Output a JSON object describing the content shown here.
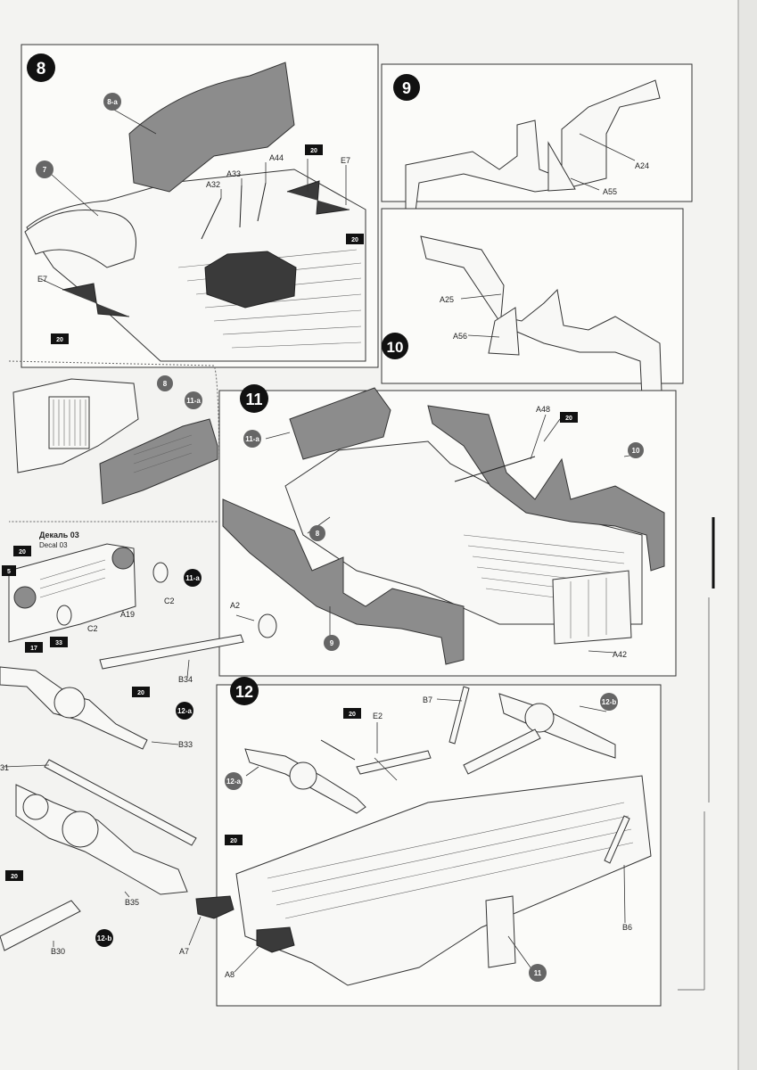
{
  "steps": {
    "s8": {
      "number": "8",
      "subs": [
        "8-a",
        "7"
      ],
      "parts": [
        "A44",
        "A33",
        "A32",
        "E7",
        "E7"
      ],
      "paint": [
        "20",
        "20",
        "20"
      ]
    },
    "s9": {
      "number": "9",
      "parts": [
        "A24",
        "A55"
      ]
    },
    "s10": {
      "number": "10",
      "parts": [
        "A25",
        "A56"
      ]
    },
    "s11": {
      "number": "11",
      "subs": [
        "11-a",
        "8",
        "9",
        "10"
      ],
      "parts": [
        "A48",
        "A42"
      ],
      "paint": [
        "20"
      ]
    },
    "s11a": {
      "subs": [
        "8",
        "11-a",
        "11-a"
      ],
      "decal_ru": "Декаль 03",
      "decal_en": "Decal 03",
      "parts": [
        "C2",
        "C2",
        "A19"
      ],
      "paint": [
        "20",
        "17",
        "33",
        "5"
      ]
    },
    "s12a": {
      "parts": [
        "A2",
        "B34",
        "B33"
      ],
      "sub": "12-a",
      "paint": [
        "20"
      ]
    },
    "s12b": {
      "parts": [
        "B35",
        "B30"
      ],
      "sub": "12-b",
      "paint": [
        "20"
      ],
      "cut_label": "31"
    },
    "s12": {
      "number": "12",
      "subs": [
        "12-a",
        "12-b",
        "11"
      ],
      "parts": [
        "E2",
        "B7",
        "B6",
        "A7",
        "A8"
      ],
      "paint": [
        "20",
        "20"
      ]
    }
  },
  "icons": {
    "step_badge": "black-circle-icon",
    "sub_badge": "gray-circle-icon",
    "paint_badge": "star-icon"
  },
  "colors": {
    "ink": "#222222",
    "paper": "#f3f3f1",
    "gray_part": "#8c8c8c",
    "dark_part": "#3a3a3a"
  }
}
